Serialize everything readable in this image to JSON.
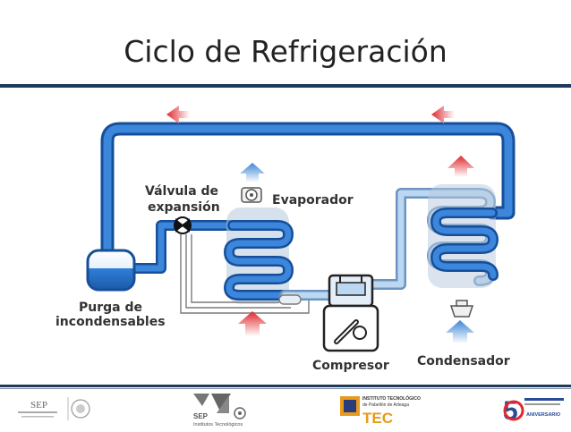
{
  "title": "Ciclo de Refrigeración",
  "labels": {
    "valve_line1": "Válvula de",
    "valve_line2": "expansión",
    "evaporator": "Evaporador",
    "purge_line1": "Purga de",
    "purge_line2": "incondensables",
    "compressor": "Compresor",
    "condenser": "Condensador"
  },
  "colors": {
    "pipe_dark": "#1d63b8",
    "pipe_light": "#9ec6ea",
    "arrow_red": "#e0282e",
    "arrow_blue": "#4a90d9",
    "rule": "#1f3a5c"
  },
  "footer": {
    "sep_logo": {
      "text": "SEP"
    },
    "tecnm_logo": {
      "text_line1": "SEP",
      "text_line2": "Institutos Tecnológicos"
    },
    "itpa_logo": {
      "line1": "INSTITUTO TECNOLÓGICO",
      "line2": "de Pabellón de Arteaga",
      "brand": "TEC"
    },
    "anniversary_logo": {
      "number": "5",
      "text": "ANIVERSARIO"
    }
  }
}
